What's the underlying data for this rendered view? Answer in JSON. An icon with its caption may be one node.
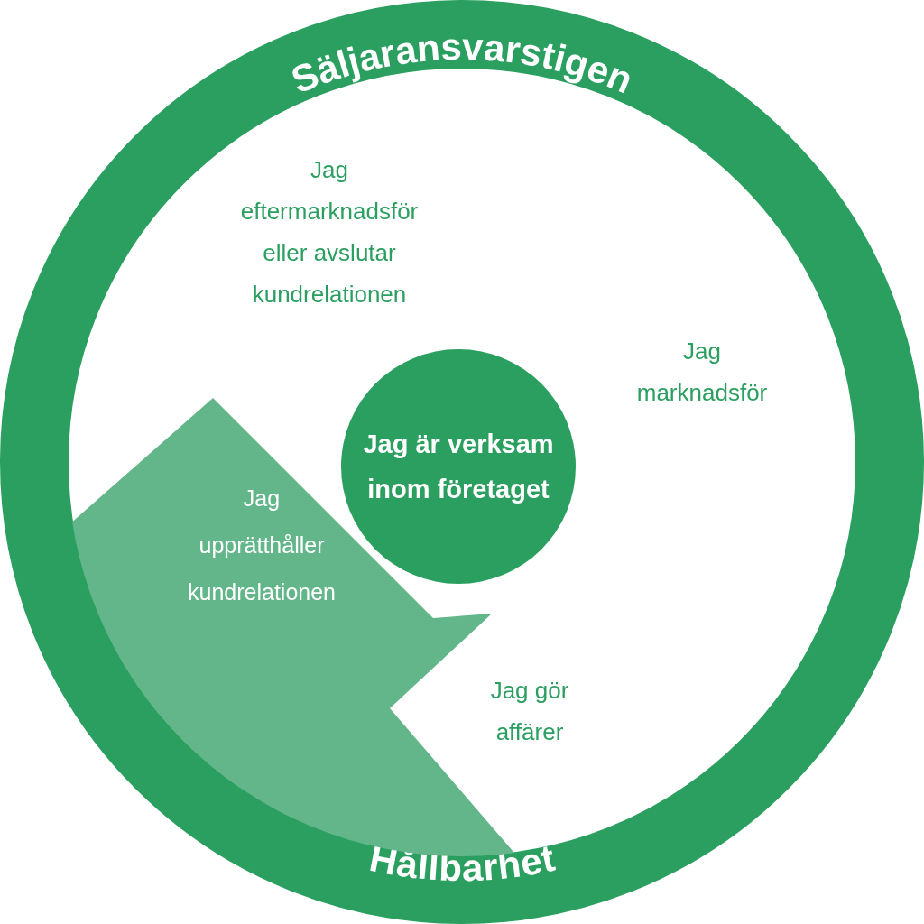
{
  "diagram": {
    "nodes": [
      {
        "text": [
          "Säljaransvarstigen",
          "Hållbarhet"
        ]
      },
      {
        "text": [
          "Jag är verksam inom företaget"
        ],
        "in": 0
      },
      {
        "text": [
          "Jag upprätthåller kundrelationen"
        ],
        "in": 0
      }
    ],
    "labels": [
      "Jag eftermarknadsför eller avslutar kundrelationen",
      "Jag marknadsför",
      "Jag gör affärer"
    ]
  }
}
